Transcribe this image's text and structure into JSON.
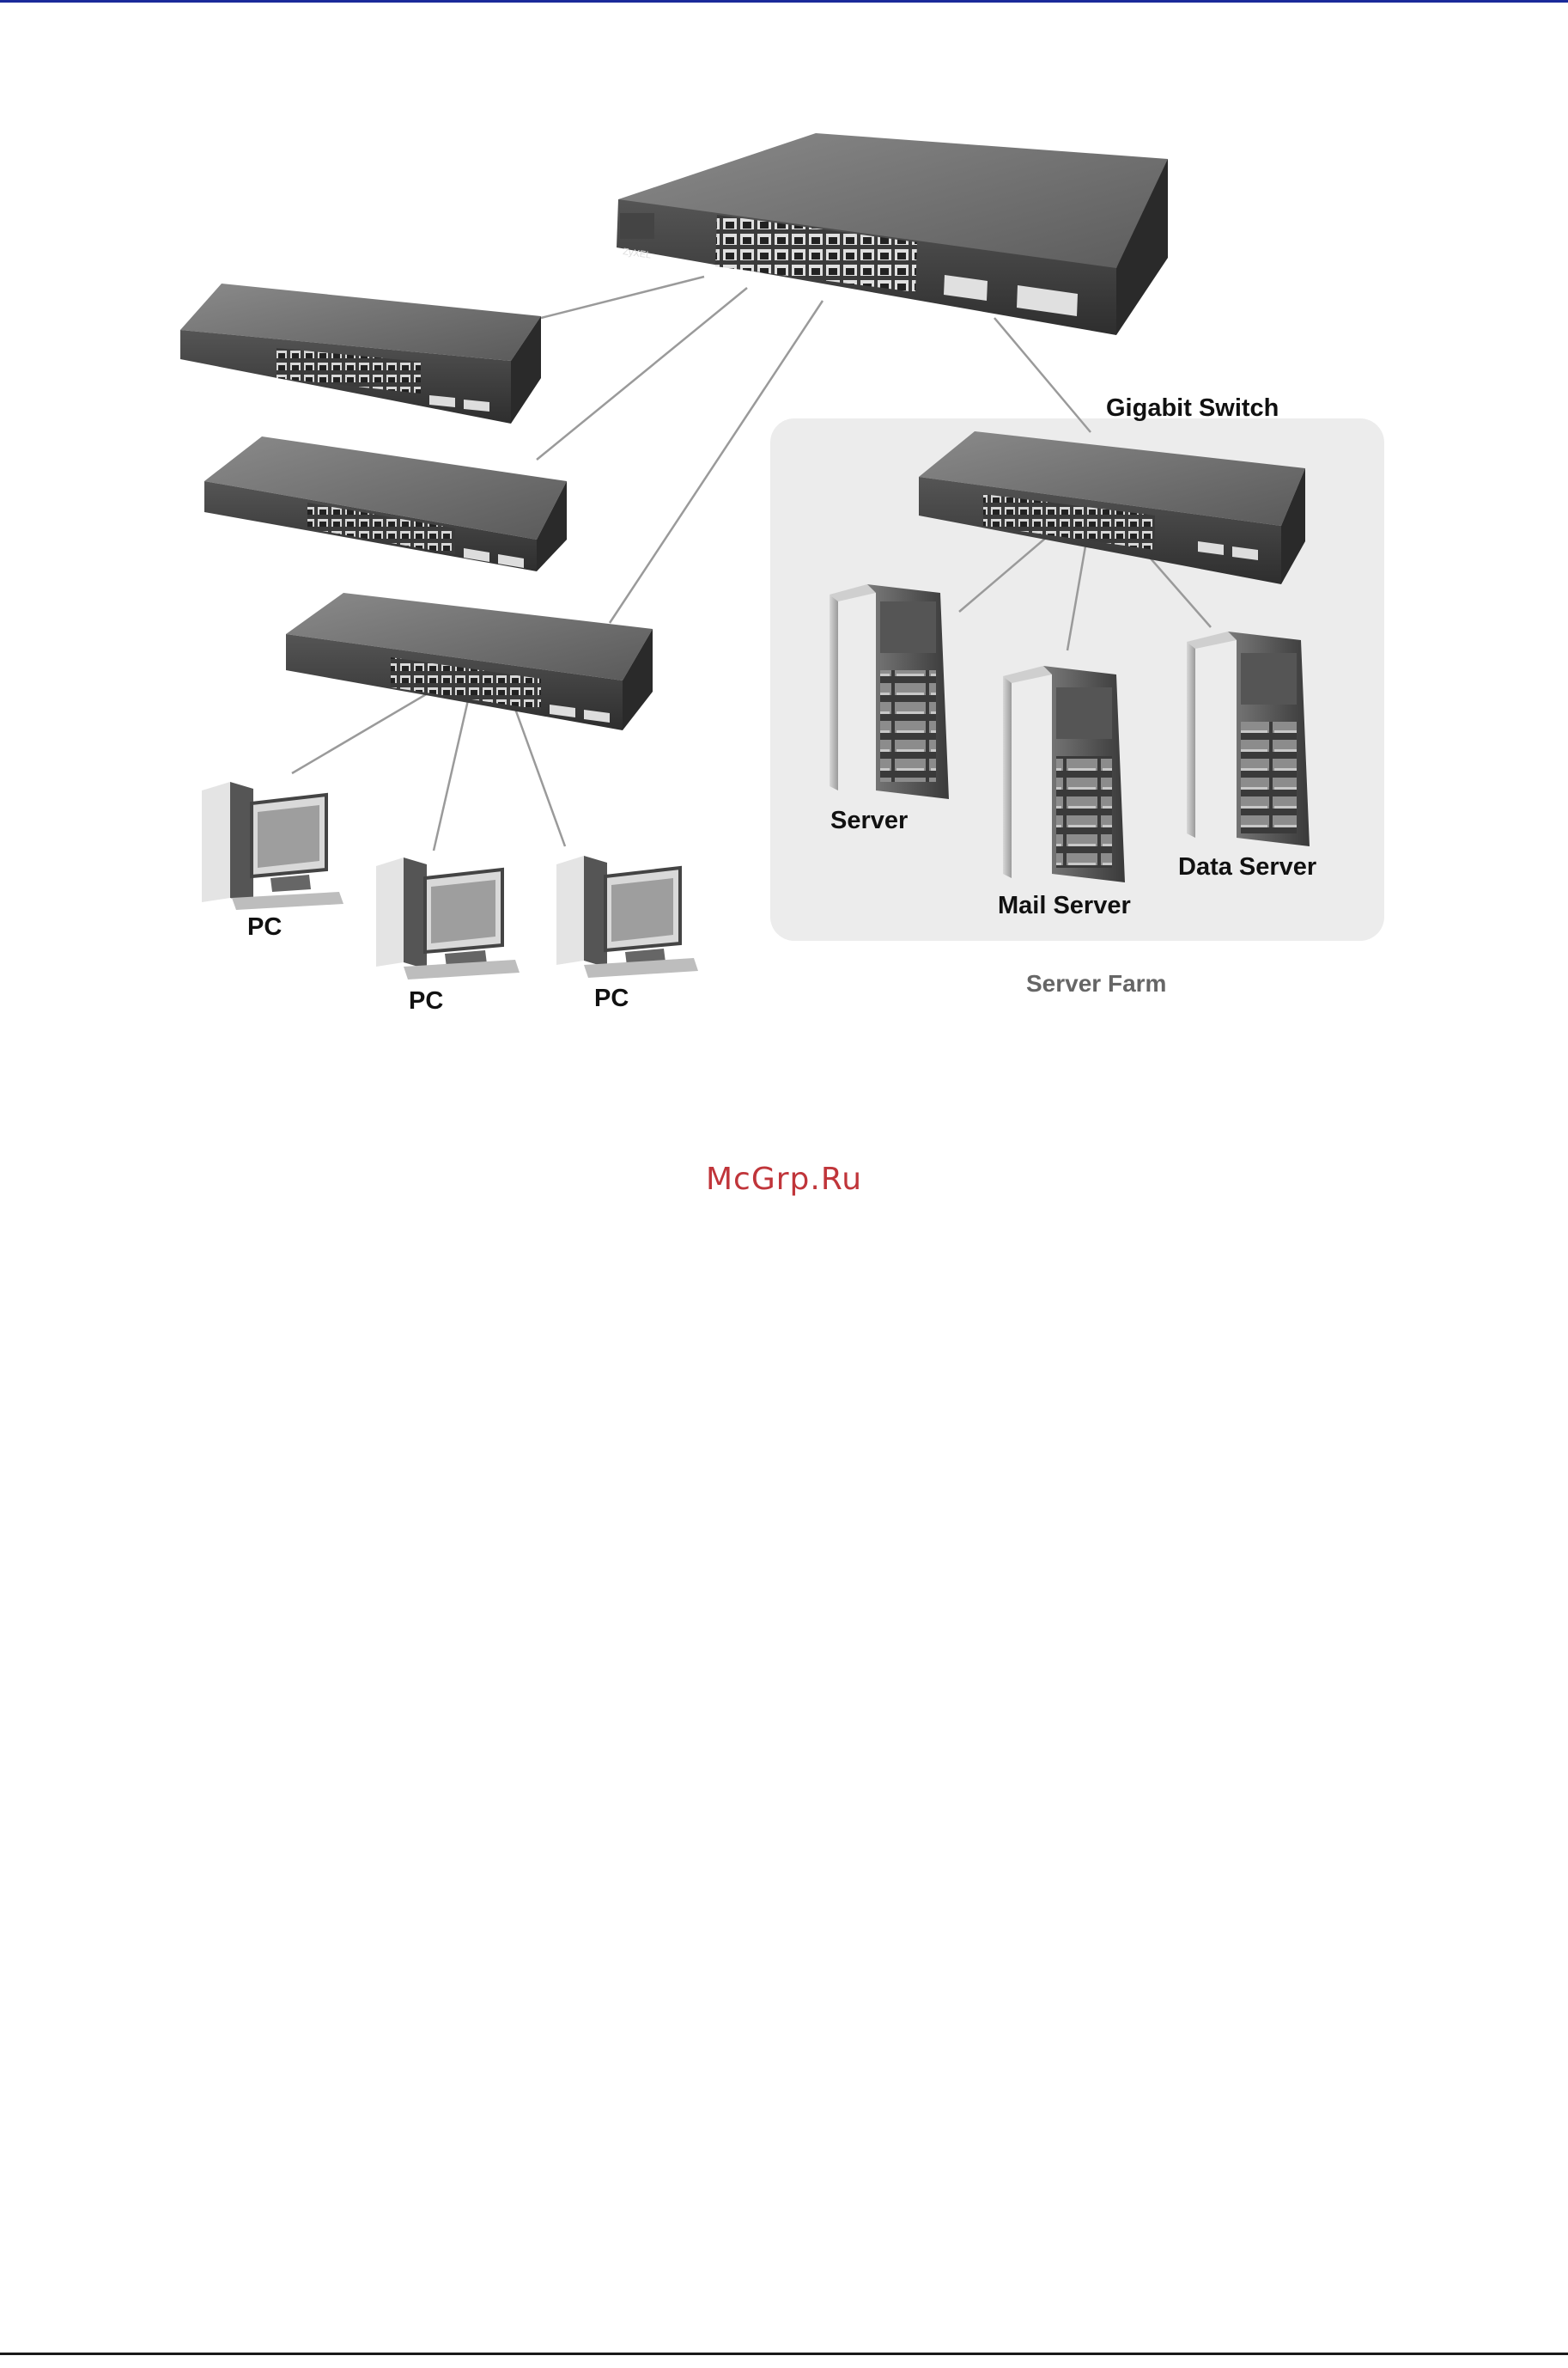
{
  "diagram": {
    "labels": {
      "gigabit_switch": "Gigabit Switch",
      "server": "Server",
      "mail_server": "Mail Server",
      "data_server": "Data Server",
      "server_farm": "Server Farm",
      "pc_1": "PC",
      "pc_2": "PC",
      "pc_3": "PC"
    },
    "brand_on_switch": "ZyXEL"
  },
  "watermark": "McGrp.Ru",
  "colors": {
    "top_rule": "#1a2a9a",
    "watermark": "#c0353a",
    "server_farm_panel": "#ececec"
  }
}
